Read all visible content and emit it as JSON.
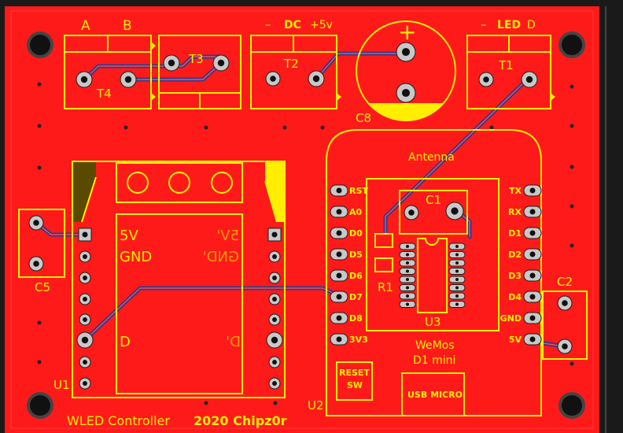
{
  "board": {
    "title": "WLED Controller",
    "year_author": "2020 Chipz0r",
    "colors": {
      "copper": "#ff1a1a",
      "silkscreen": "#ffee00",
      "trace": "#333a8a",
      "background": "#1a1a1a"
    }
  },
  "terminals": {
    "t4": {
      "ref": "T4",
      "label_a": "A",
      "label_b": "B"
    },
    "t3": {
      "ref": "T3"
    },
    "t2": {
      "ref": "T2",
      "minus": "–",
      "dc": "DC",
      "plus": "+5v"
    },
    "t1": {
      "ref": "T1",
      "minus": "–",
      "led": "LED",
      "d": "D"
    }
  },
  "capacitors": {
    "c8": {
      "ref": "C8",
      "plus": "+"
    },
    "c5": {
      "ref": "C5"
    },
    "c2": {
      "ref": "C2"
    },
    "c1": {
      "ref": "C1"
    }
  },
  "u1": {
    "ref": "U1",
    "pin_5v": "5V",
    "pin_gnd": "GND",
    "pin_d": "D",
    "mirror_5v": "5V'",
    "mirror_gnd": "GND'",
    "mirror_d": "D'"
  },
  "u2": {
    "ref": "U2",
    "antenna": "Antenna",
    "name_line1": "WeMos",
    "name_line2": "D1 mini",
    "reset_line1": "RESET",
    "reset_line2": "SW",
    "usb": "USB MICRO",
    "left_pins": [
      "RST",
      "A0",
      "D0",
      "D5",
      "D6",
      "D7",
      "D8",
      "3V3"
    ],
    "right_pins": [
      "TX",
      "RX",
      "D1",
      "D2",
      "D3",
      "D4",
      "GND",
      "5V"
    ]
  },
  "u3": {
    "ref": "U3"
  },
  "r1": {
    "ref": "R1"
  },
  "icons": {
    "mounting_hole": "mounting-hole-icon",
    "pad": "through-hole-pad-icon"
  }
}
